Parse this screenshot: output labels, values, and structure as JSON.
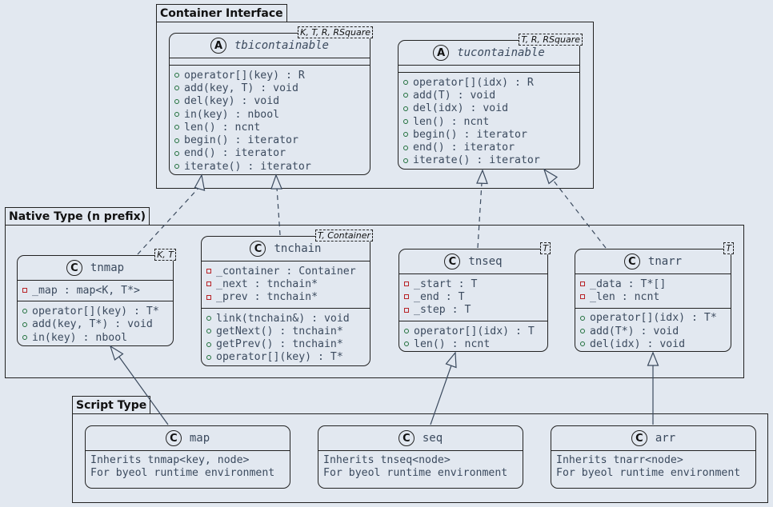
{
  "packages": {
    "container": "Container Interface",
    "native": "Native Type (n prefix)",
    "script": "Script Type"
  },
  "classes": {
    "tbicontainable": {
      "kind": "A",
      "name": "tbicontainable",
      "tparams": "K, T, R, RSquare",
      "methods": [
        "operator[](key) : R",
        "add(key, T) : void",
        "del(key) : void",
        "in(key) : nbool",
        "len() : ncnt",
        "begin() : iterator",
        "end() : iterator",
        "iterate() : iterator"
      ]
    },
    "tucontainable": {
      "kind": "A",
      "name": "tucontainable",
      "tparams": "T, R, RSquare",
      "methods": [
        "operator[](idx) : R",
        "add(T) : void",
        "del(idx) : void",
        "len() : ncnt",
        "begin() : iterator",
        "end() : iterator",
        "iterate() : iterator"
      ]
    },
    "tnmap": {
      "kind": "C",
      "name": "tnmap",
      "tparams": "K, T",
      "fields": [
        "_map : map<K, T*>"
      ],
      "methods": [
        "operator[](key) : T*",
        "add(key, T*) : void",
        "in(key) : nbool"
      ]
    },
    "tnchain": {
      "kind": "C",
      "name": "tnchain",
      "tparams": "T, Container",
      "fields": [
        "_container : Container",
        "_next : tnchain*",
        "_prev : tnchain*"
      ],
      "methods": [
        "link(tnchain&) : void",
        "getNext() : tnchain*",
        "getPrev() : tnchain*",
        "operator[](key) : T*"
      ]
    },
    "tnseq": {
      "kind": "C",
      "name": "tnseq",
      "tparams": "T",
      "fields": [
        "_start : T",
        "_end : T",
        "_step : T"
      ],
      "methods": [
        "operator[](idx) : T",
        "len() : ncnt"
      ]
    },
    "tnarr": {
      "kind": "C",
      "name": "tnarr",
      "tparams": "T",
      "fields": [
        "_data : T*[]",
        "_len : ncnt"
      ],
      "methods": [
        "operator[](idx) : T*",
        "add(T*) : void",
        "del(idx) : void"
      ]
    },
    "map": {
      "kind": "C",
      "name": "map",
      "notes": [
        "Inherits tnmap<key, node>",
        "For byeol runtime environment"
      ]
    },
    "seq": {
      "kind": "C",
      "name": "seq",
      "notes": [
        "Inherits tnseq<node>",
        "For byeol runtime environment"
      ]
    },
    "arr": {
      "kind": "C",
      "name": "arr",
      "notes": [
        "Inherits tnarr<node>",
        "For byeol runtime environment"
      ]
    }
  },
  "colors": {
    "background": "#e2e8f0",
    "text": "#3b4a5e",
    "public_marker": "#1f6f3b",
    "private_marker": "#b82226",
    "edge": "#3b4a5e"
  }
}
